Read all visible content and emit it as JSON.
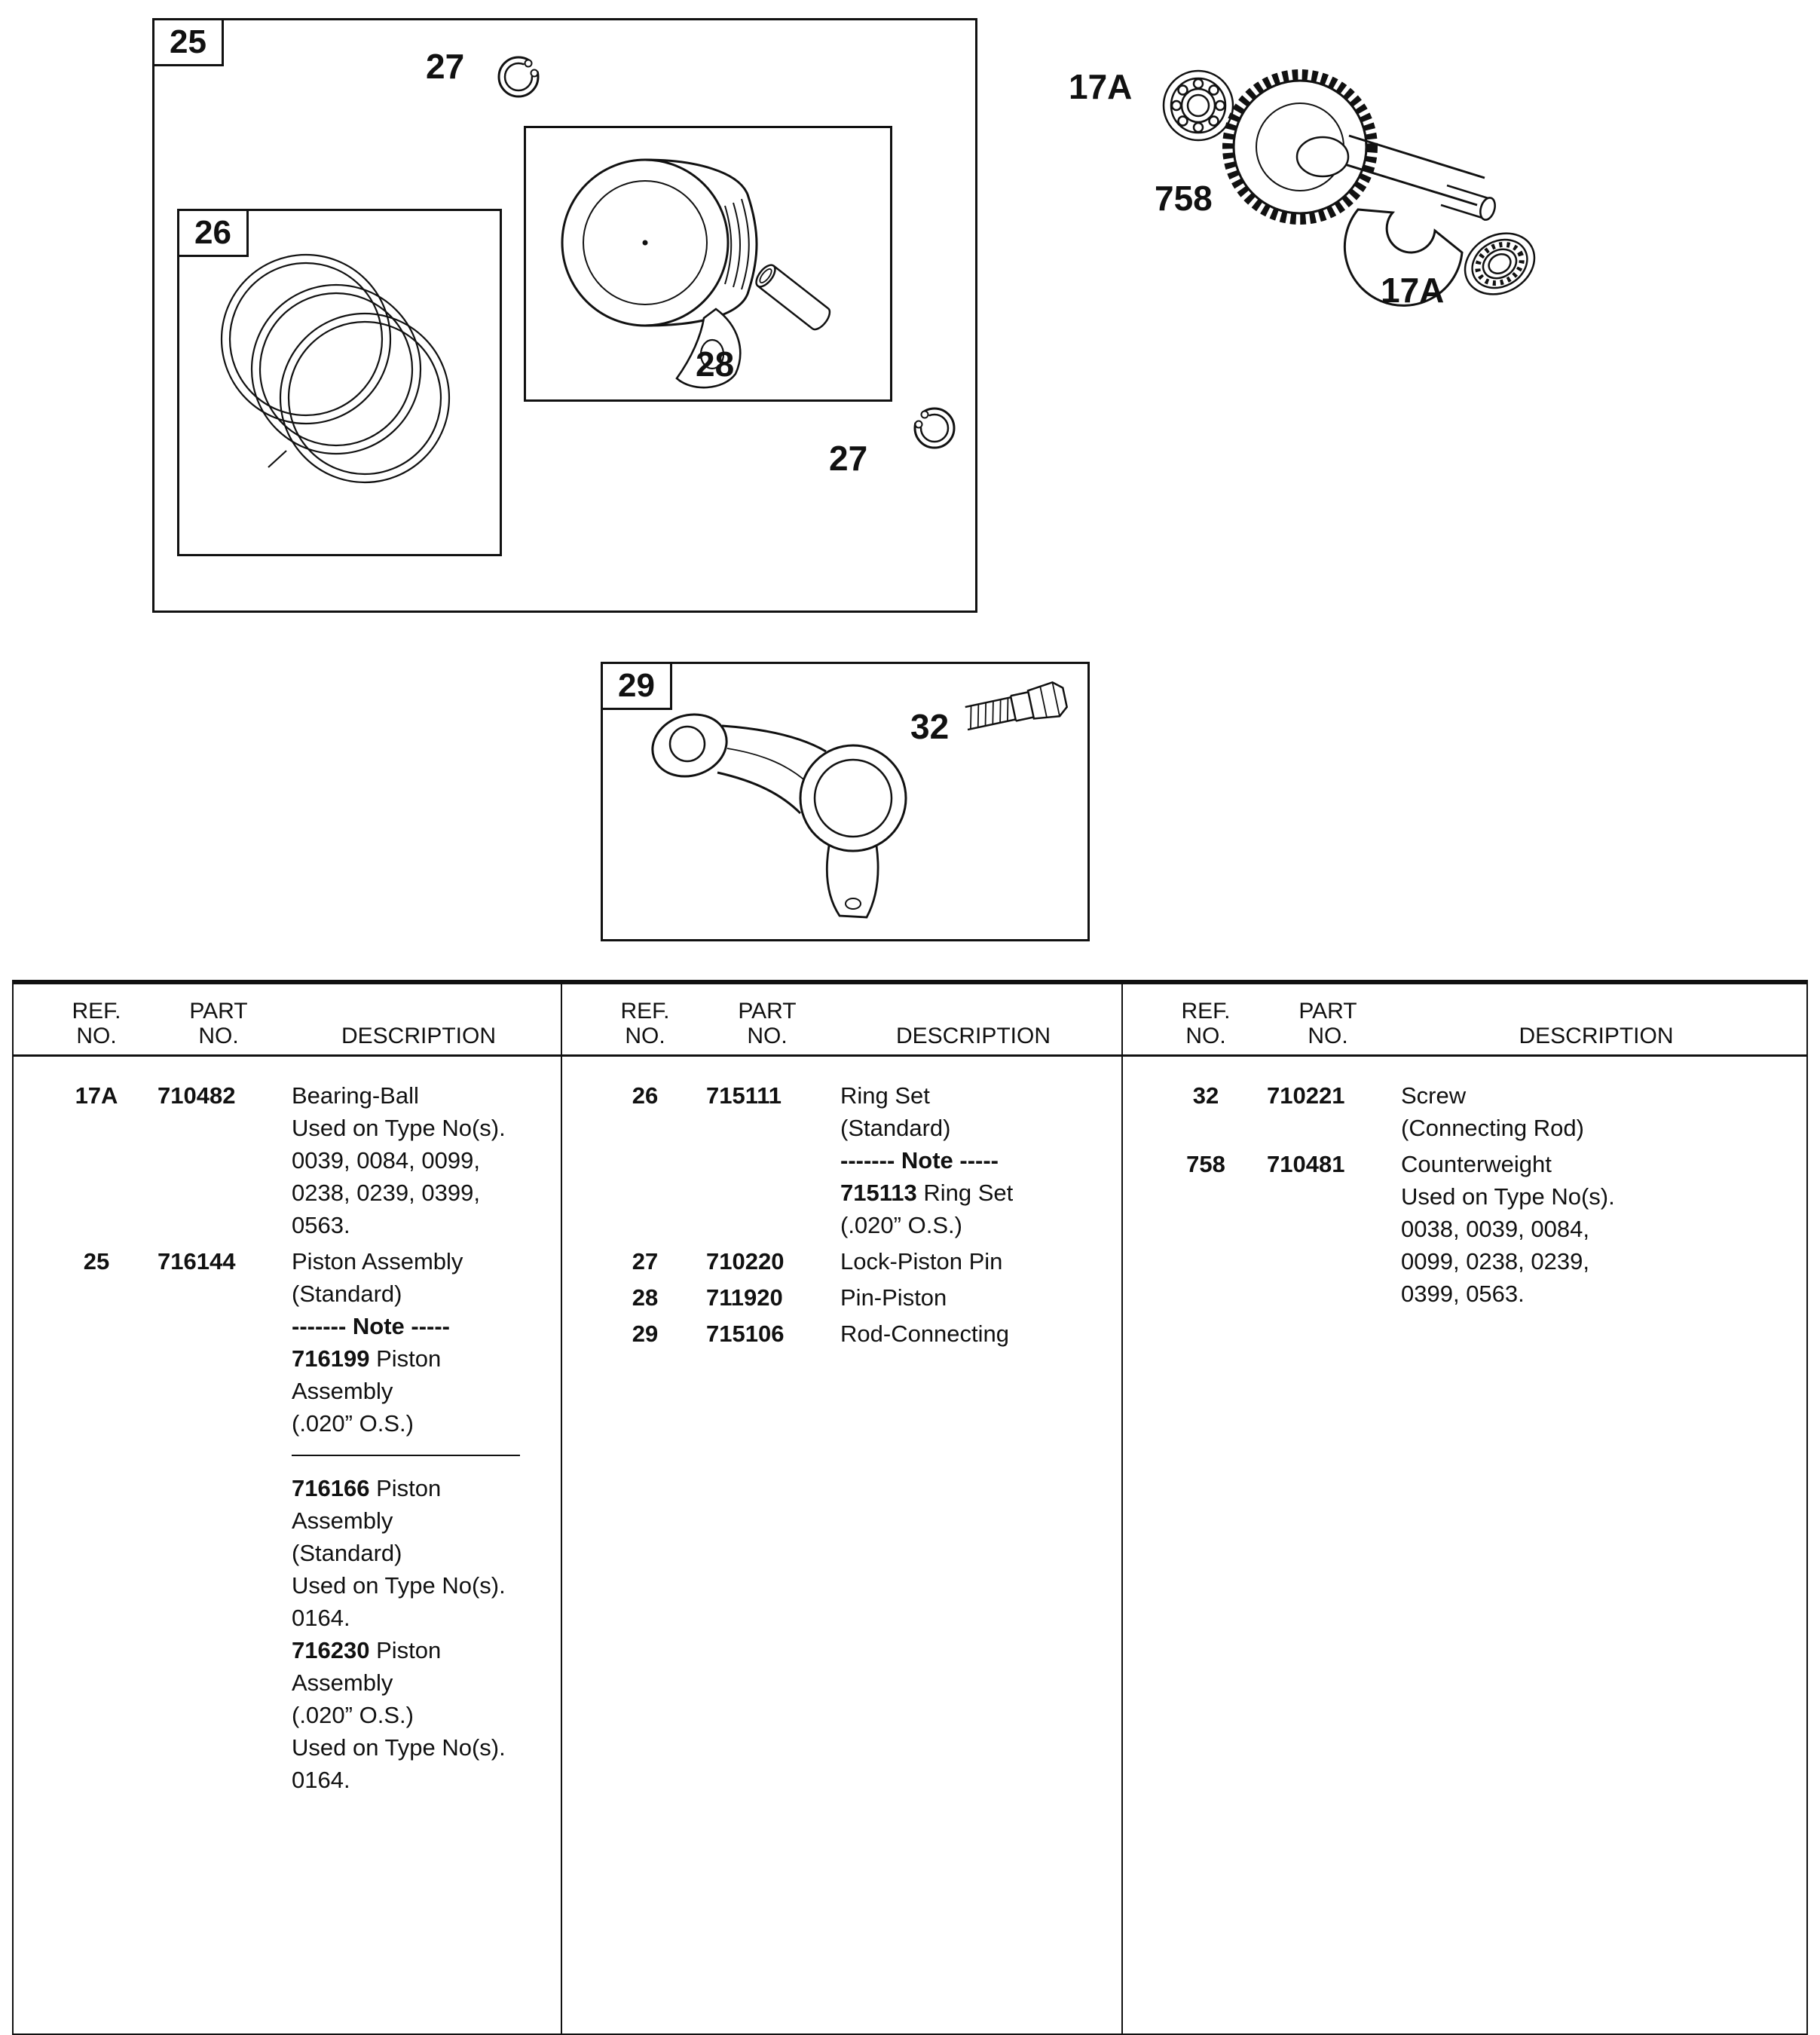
{
  "page": {
    "bg": "#ffffff",
    "ink": "#111111"
  },
  "callouts": {
    "frame25": "25",
    "frame26": "26",
    "frame29": "29",
    "clip_top": "27",
    "clip_bottom": "27",
    "piston_pin": "28",
    "screw": "32",
    "bearing_upper": "17A",
    "bearing_lower": "17A",
    "counterweight": "758"
  },
  "table": {
    "headers": {
      "ref1": "REF.",
      "ref2": "NO.",
      "part1": "PART",
      "part2": "NO.",
      "desc": "DESCRIPTION"
    },
    "columns": [
      [
        {
          "ref": "17A",
          "part": "710482",
          "lines": [
            [
              {
                "t": "Bearing-Ball"
              }
            ],
            [
              {
                "t": "Used on Type No(s)."
              }
            ],
            [
              {
                "t": "0039, 0084, 0099,"
              }
            ],
            [
              {
                "t": "0238, 0239, 0399,"
              }
            ],
            [
              {
                "t": "0563."
              }
            ]
          ]
        },
        {
          "ref": "25",
          "part": "716144",
          "lines": [
            [
              {
                "t": "Piston Assembly"
              }
            ],
            [
              {
                "t": "(Standard)"
              }
            ],
            [
              {
                "t": "------- Note -----",
                "b": true
              }
            ],
            [
              {
                "t": "716199",
                "b": true
              },
              {
                "t": " Piston"
              }
            ],
            [
              {
                "t": "Assembly"
              }
            ],
            [
              {
                "t": "(.020” O.S.)"
              }
            ],
            {
              "hr": true
            },
            [
              {
                "t": "716166",
                "b": true
              },
              {
                "t": " Piston"
              }
            ],
            [
              {
                "t": "Assembly"
              }
            ],
            [
              {
                "t": "(Standard)"
              }
            ],
            [
              {
                "t": "Used on Type No(s)."
              }
            ],
            [
              {
                "t": "0164."
              }
            ],
            [
              {
                "t": "716230",
                "b": true
              },
              {
                "t": " Piston"
              }
            ],
            [
              {
                "t": "Assembly"
              }
            ],
            [
              {
                "t": "(.020” O.S.)"
              }
            ],
            [
              {
                "t": "Used on Type No(s)."
              }
            ],
            [
              {
                "t": "0164."
              }
            ]
          ]
        }
      ],
      [
        {
          "ref": "26",
          "part": "715111",
          "lines": [
            [
              {
                "t": "Ring Set"
              }
            ],
            [
              {
                "t": "(Standard)"
              }
            ],
            [
              {
                "t": "------- Note -----",
                "b": true
              }
            ],
            [
              {
                "t": "715113",
                "b": true
              },
              {
                "t": " Ring Set"
              }
            ],
            [
              {
                "t": "(.020” O.S.)"
              }
            ]
          ]
        },
        {
          "ref": "27",
          "part": "710220",
          "lines": [
            [
              {
                "t": "Lock-Piston Pin"
              }
            ]
          ]
        },
        {
          "ref": "28",
          "part": "711920",
          "lines": [
            [
              {
                "t": "Pin-Piston"
              }
            ]
          ]
        },
        {
          "ref": "29",
          "part": "715106",
          "lines": [
            [
              {
                "t": "Rod-Connecting"
              }
            ]
          ]
        }
      ],
      [
        {
          "ref": "32",
          "part": "710221",
          "lines": [
            [
              {
                "t": "Screw"
              }
            ],
            [
              {
                "t": "(Connecting Rod)"
              }
            ]
          ]
        },
        {
          "ref": "758",
          "part": "710481",
          "lines": [
            [
              {
                "t": "Counterweight"
              }
            ],
            [
              {
                "t": "Used on Type No(s)."
              }
            ],
            [
              {
                "t": "0038, 0039, 0084,"
              }
            ],
            [
              {
                "t": "0099, 0238, 0239,"
              }
            ],
            [
              {
                "t": "0399, 0563."
              }
            ]
          ]
        }
      ]
    ]
  }
}
